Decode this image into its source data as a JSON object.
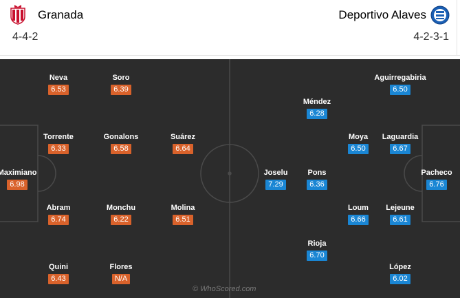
{
  "home": {
    "name": "Granada",
    "formation": "4-4-2",
    "color": "#d9622b",
    "logo_icon": "granada-crest-icon",
    "players": [
      {
        "name": "Neva",
        "rating": "6.53"
      },
      {
        "name": "Soro",
        "rating": "6.39"
      },
      {
        "name": "Torrente",
        "rating": "6.33"
      },
      {
        "name": "Gonalons",
        "rating": "6.58"
      },
      {
        "name": "Suárez",
        "rating": "6.64"
      },
      {
        "name": "Maximiano",
        "rating": "6.98"
      },
      {
        "name": "Abram",
        "rating": "6.74"
      },
      {
        "name": "Monchu",
        "rating": "6.22"
      },
      {
        "name": "Molina",
        "rating": "6.51"
      },
      {
        "name": "Quini",
        "rating": "6.43"
      },
      {
        "name": "Flores",
        "rating": "N/A"
      }
    ]
  },
  "away": {
    "name": "Deportivo Alaves",
    "formation": "4-2-3-1",
    "color": "#1a86d4",
    "logo_icon": "alaves-crest-icon",
    "players": [
      {
        "name": "Aguirregabiria",
        "rating": "6.50"
      },
      {
        "name": "Méndez",
        "rating": "6.28"
      },
      {
        "name": "Moya",
        "rating": "6.50"
      },
      {
        "name": "Laguardia",
        "rating": "6.67"
      },
      {
        "name": "Joselu",
        "rating": "7.29"
      },
      {
        "name": "Pons",
        "rating": "6.36"
      },
      {
        "name": "Pacheco",
        "rating": "6.76"
      },
      {
        "name": "Loum",
        "rating": "6.66"
      },
      {
        "name": "Lejeune",
        "rating": "6.61"
      },
      {
        "name": "Rioja",
        "rating": "6.70"
      },
      {
        "name": "López",
        "rating": "6.02"
      }
    ]
  },
  "watermark": "© WhoScored.com"
}
